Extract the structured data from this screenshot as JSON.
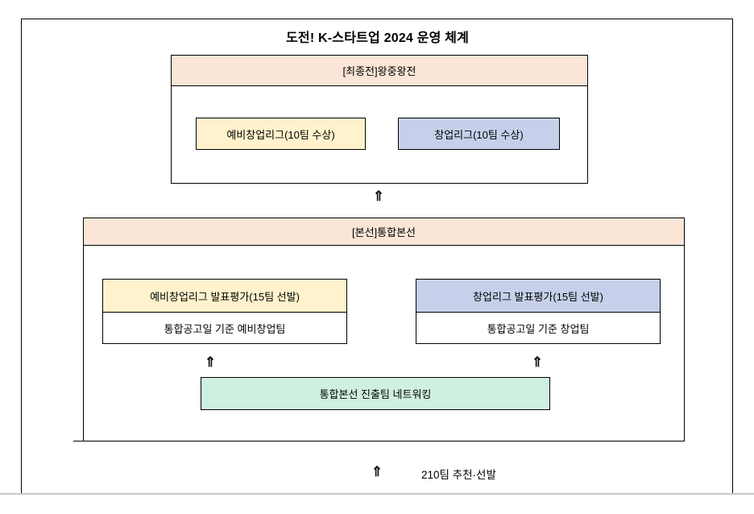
{
  "title": "도전! K-스타트업 2024 운영 체계",
  "glyphs": {
    "double_up_arrow": "⇑"
  },
  "final_round": {
    "header": "[최종전]왕중왕전",
    "pre_startup_league": "예비창업리그(10팀 수상)",
    "startup_league": "창업리그(10팀 수상)"
  },
  "main_round": {
    "header": "[본선]통합본선",
    "left_track": {
      "header": "예비창업리그 발표평가(15팀 선발)",
      "body": "통합공고일 기준 예비창업팀"
    },
    "right_track": {
      "header": "창업리그 발표평가(15팀 선발)",
      "body": "통합공고일 기준 창업팀"
    },
    "networking": "통합본선 진출팀 네트워킹"
  },
  "footer": {
    "note": "210팀 추천·선발"
  },
  "colors": {
    "header_fill": "#FBE5D6",
    "pre_league_fill": "#FFF2CC",
    "startup_league_fill": "#C6D0EA",
    "networking_fill": "#CFEFE0",
    "border": "#000000",
    "page_edge": "#C8C8C8"
  }
}
